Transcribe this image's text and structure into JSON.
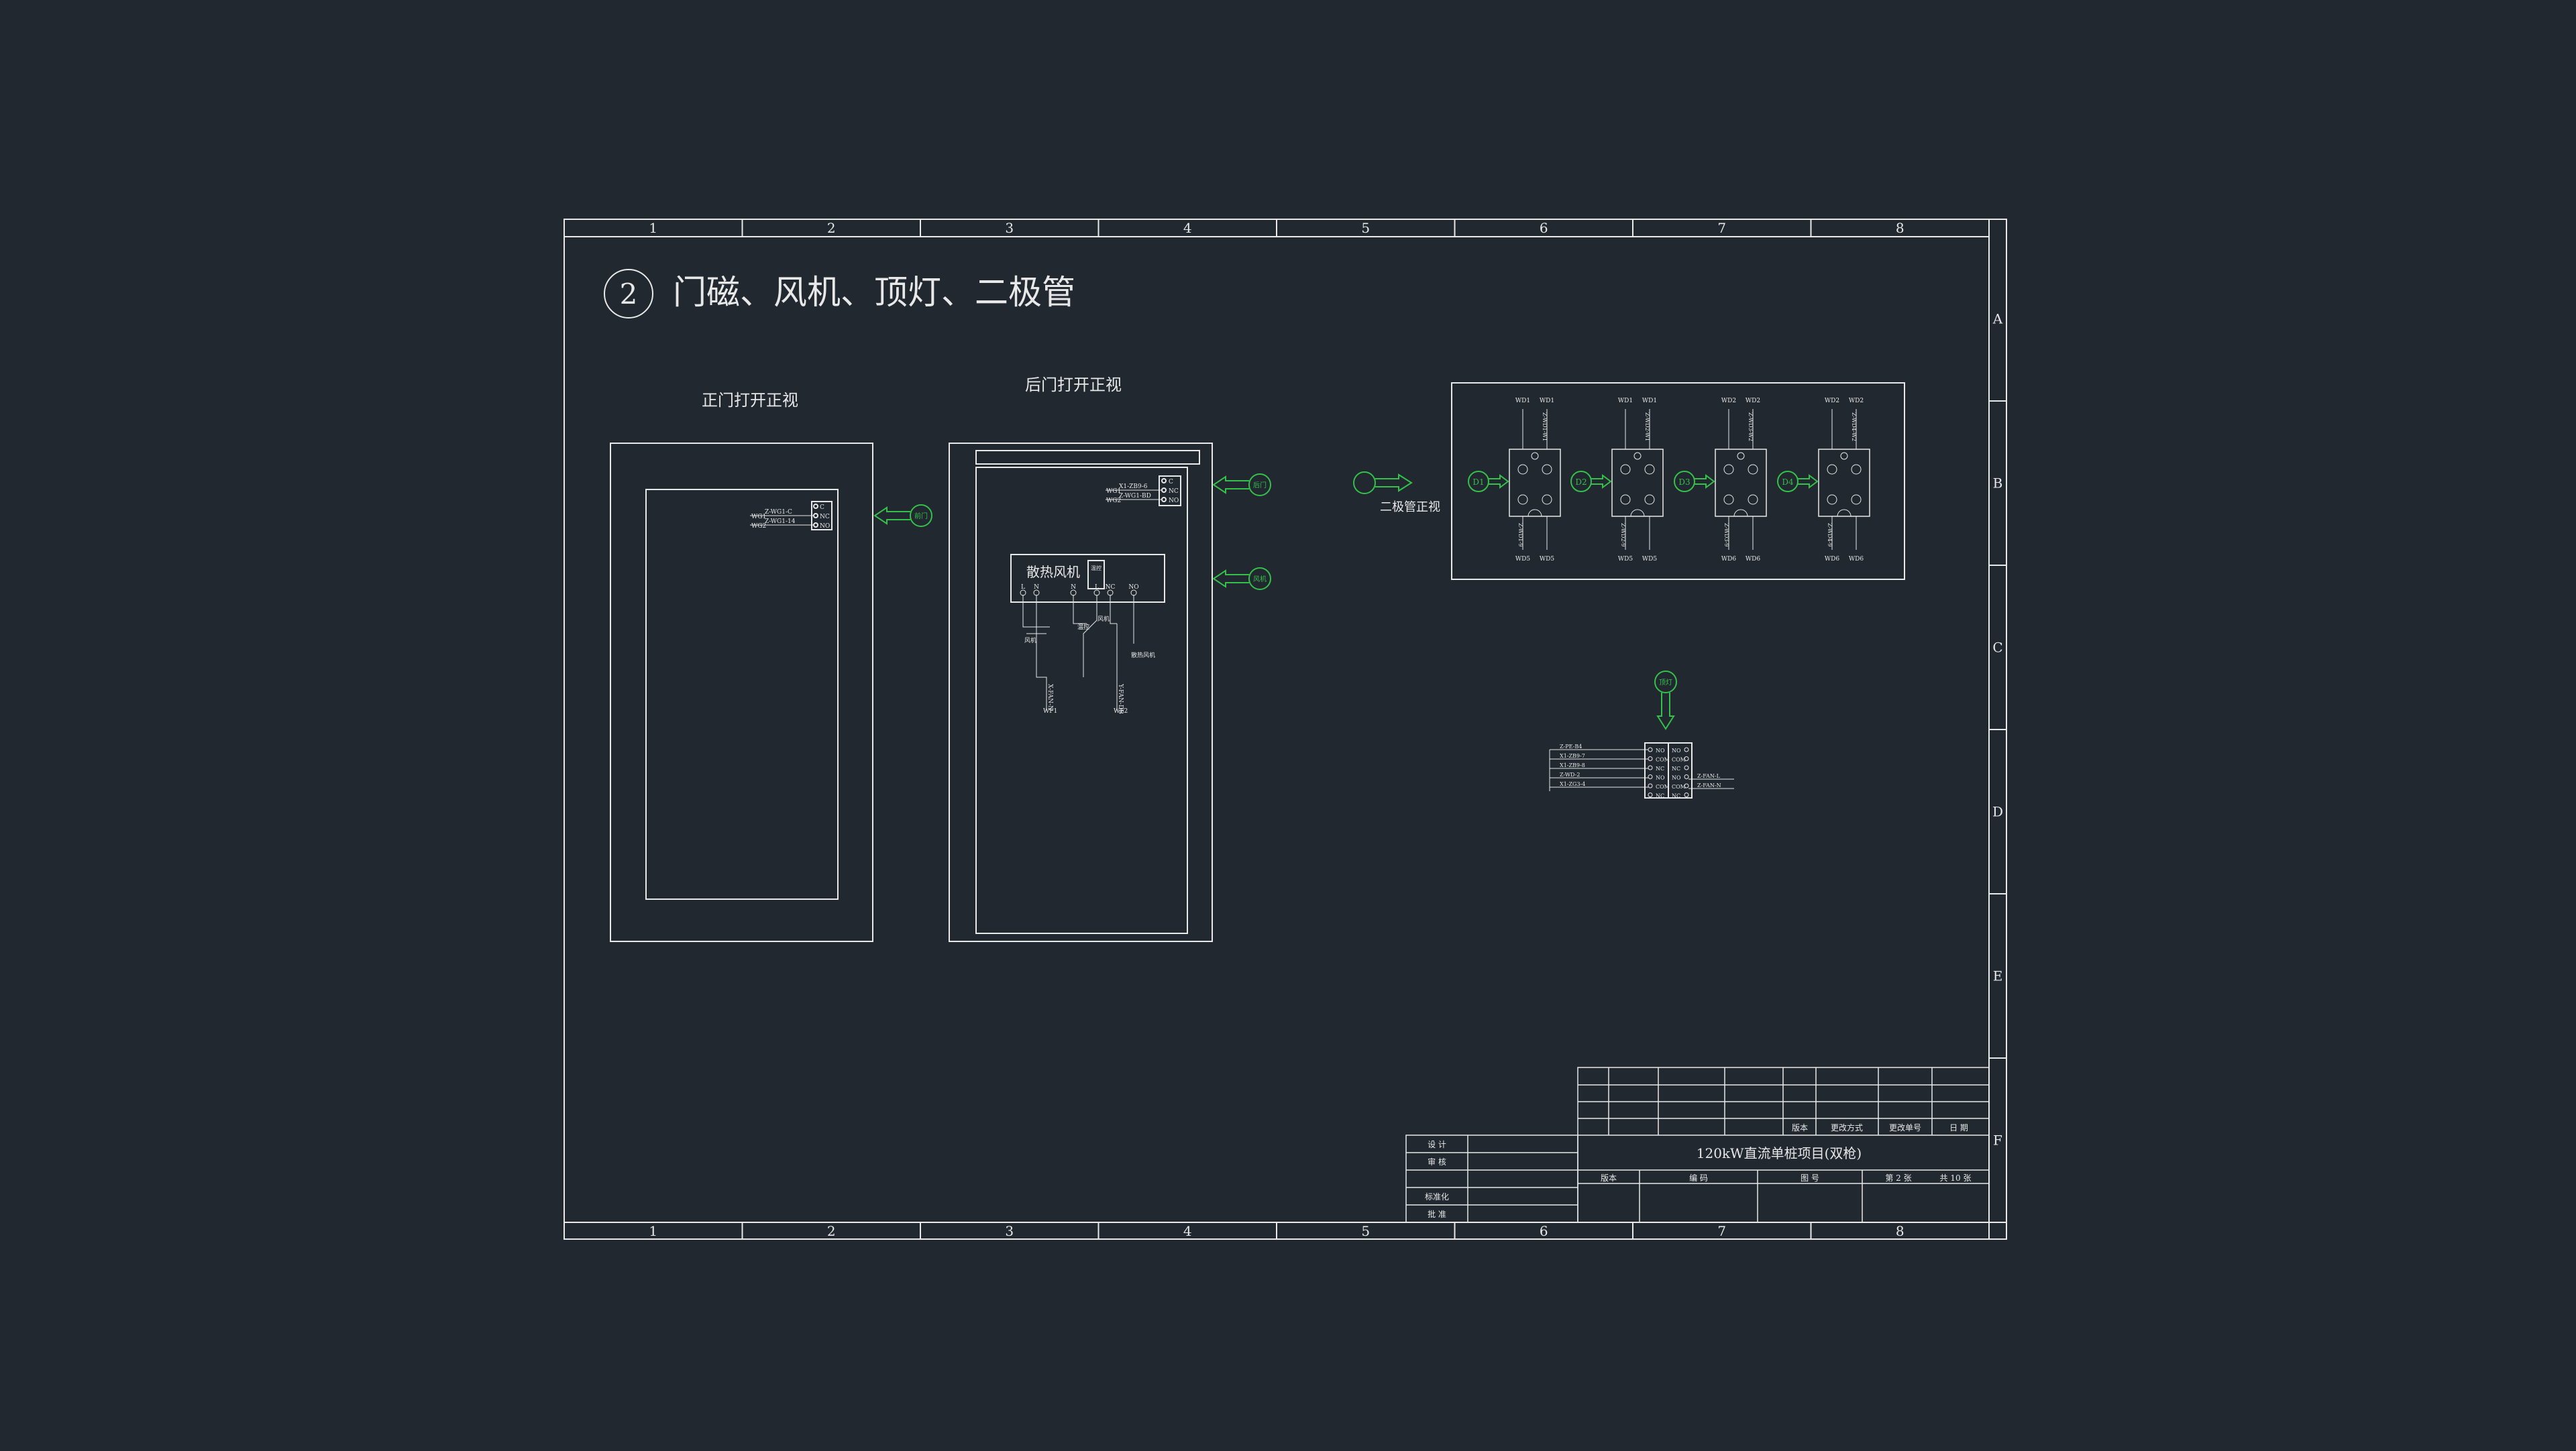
{
  "colors": {
    "background": "#212830",
    "line": "#e8e8e8",
    "green": "#35c04a"
  },
  "title": {
    "number": "2",
    "text": "门磁、风机、顶灯、二极管"
  },
  "frame": {
    "columns": [
      "1",
      "2",
      "3",
      "4",
      "5",
      "6",
      "7",
      "8"
    ],
    "rows": [
      "A",
      "B",
      "C",
      "D",
      "E",
      "F"
    ]
  },
  "front_door": {
    "label": "正门打开正视",
    "terminal": {
      "wires": [
        "WG1",
        "WG2"
      ],
      "lines": [
        "Z-WG1-C",
        "Z-WG1-14"
      ],
      "pins": [
        "C",
        "NC",
        "NO"
      ]
    },
    "callout": "前门"
  },
  "rear_door": {
    "label": "后门打开正视",
    "terminal": {
      "wires": [
        "WG1",
        "WG2"
      ],
      "lines": [
        "X1-ZB9-6",
        "Z-WG1-BD"
      ],
      "pins": [
        "C",
        "NC",
        "NO"
      ]
    },
    "callout_top": "后门",
    "callout_bottom": "风机",
    "fan": {
      "title": "散热风机",
      "relay_label": "温控",
      "terminals": [
        "L",
        "N",
        "N",
        "L",
        "NC",
        "NO"
      ],
      "notes": [
        "风机",
        "温控",
        "风机"
      ],
      "lower_left": [
        "X-FAN-N",
        "WF1"
      ],
      "lower_right": [
        "Y-FAN-DB",
        "WF2"
      ],
      "right_note": "散热风机"
    }
  },
  "diodes": {
    "label": "二极管正视",
    "items": [
      {
        "id": "D1",
        "top": [
          "WD1",
          "WD1"
        ],
        "bottom": [
          "WD5",
          "WD5"
        ],
        "side_left": "Z-WD1-9",
        "side_right": "Z-WD1-W1"
      },
      {
        "id": "D2",
        "top": [
          "WD1",
          "WD1"
        ],
        "bottom": [
          "WD5",
          "WD5"
        ],
        "side_left": "Z-WD2-9",
        "side_right": "Z-WD2-W1"
      },
      {
        "id": "D3",
        "top": [
          "WD2",
          "WD2"
        ],
        "bottom": [
          "WD6",
          "WD6"
        ],
        "side_left": "Z-WD3-9",
        "side_right": "Z-WD3-W2"
      },
      {
        "id": "D4",
        "top": [
          "WD2",
          "WD2"
        ],
        "bottom": [
          "WD6",
          "WD6"
        ],
        "side_left": "Z-WD4-9",
        "side_right": "Z-WD4-W2"
      }
    ]
  },
  "top_light": {
    "callout": "顶灯",
    "left_labels": [
      "Z-PE-B4",
      "X1-ZB9-7",
      "X1-ZB9-8",
      "Z-WD-2",
      "X1-ZG3-4"
    ],
    "right_labels": [
      "Z-FAN-L",
      "Z-FAN-N"
    ],
    "pins": [
      "NO",
      "COM",
      "NC",
      "NO",
      "COM",
      "NC"
    ]
  },
  "title_block": {
    "project": "120kW直流单桩项目(双枪)",
    "revision_headers": [
      "版本",
      "更改方式",
      "更改单号",
      "日 期"
    ],
    "roles": [
      "设 计",
      "审 核",
      "",
      "标准化",
      "批 准"
    ],
    "bottom": [
      "版本",
      "编 码",
      "图 号",
      "第 2 张",
      "共 10 张"
    ]
  }
}
